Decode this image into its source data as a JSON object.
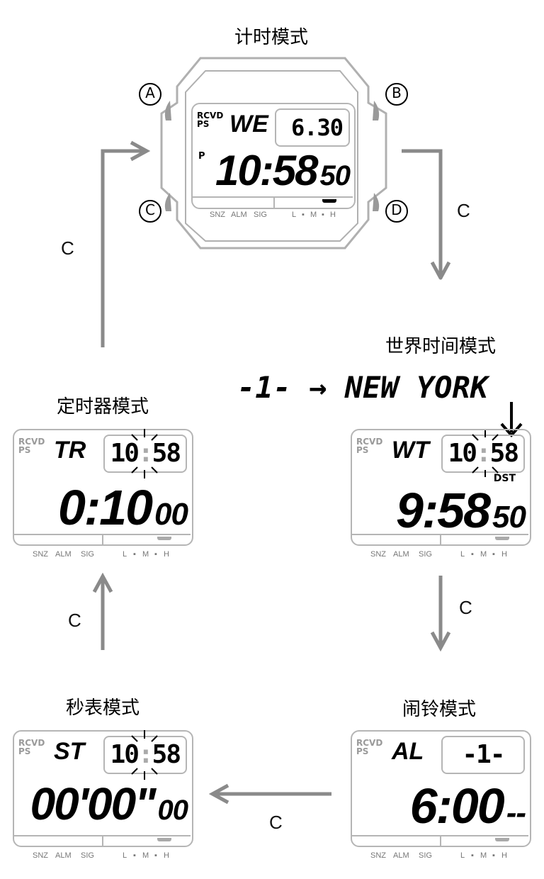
{
  "modes": {
    "timekeeping": {
      "title": "计时模式",
      "buttons": {
        "a": "A",
        "b": "B",
        "c": "C",
        "d": "D"
      },
      "ind1": "RCVD",
      "ind2": "PS",
      "mode": "WE",
      "sub": "6.30",
      "pm": "P",
      "main": "10:58",
      "sec": "50"
    },
    "world_time": {
      "title": "世界时间模式",
      "ind1": "RCVD",
      "ind2": "PS",
      "mode": "WT",
      "sub_h": "10",
      "sub_colon": ":",
      "sub_m": "58",
      "dst": "DST",
      "main": "9:58",
      "sec": "50",
      "city_banner": {
        "zone": "-1-",
        "arrow": "→",
        "city": "NEW YORK"
      }
    },
    "alarm": {
      "title": "闹铃模式",
      "ind1": "RCVD",
      "ind2": "PS",
      "mode": "AL",
      "sub": "-1-",
      "main": "6:00",
      "sec": "--"
    },
    "stopwatch": {
      "title": "秒表模式",
      "ind1": "RCVD",
      "ind2": "PS",
      "mode": "ST",
      "sub_h": "10",
      "sub_colon": ":",
      "sub_m": "58",
      "main": "00'00\"",
      "sec": "00"
    },
    "timer": {
      "title": "定时器模式",
      "ind1": "RCVD",
      "ind2": "PS",
      "mode": "TR",
      "sub_h": "10",
      "sub_colon": ":",
      "sub_m": "58",
      "main": "0:10",
      "sec": "00"
    }
  },
  "bottom_labels": {
    "snz": "SNZ",
    "alm": "ALM",
    "sig": "SIG",
    "l": "L",
    "m": "M",
    "h": "H",
    "dot": "▪"
  },
  "transitions": {
    "button": "C",
    "to_world": "C",
    "to_alarm": "C",
    "to_stopwatch": "C",
    "to_timer": "C",
    "to_timekeeping": "C"
  }
}
